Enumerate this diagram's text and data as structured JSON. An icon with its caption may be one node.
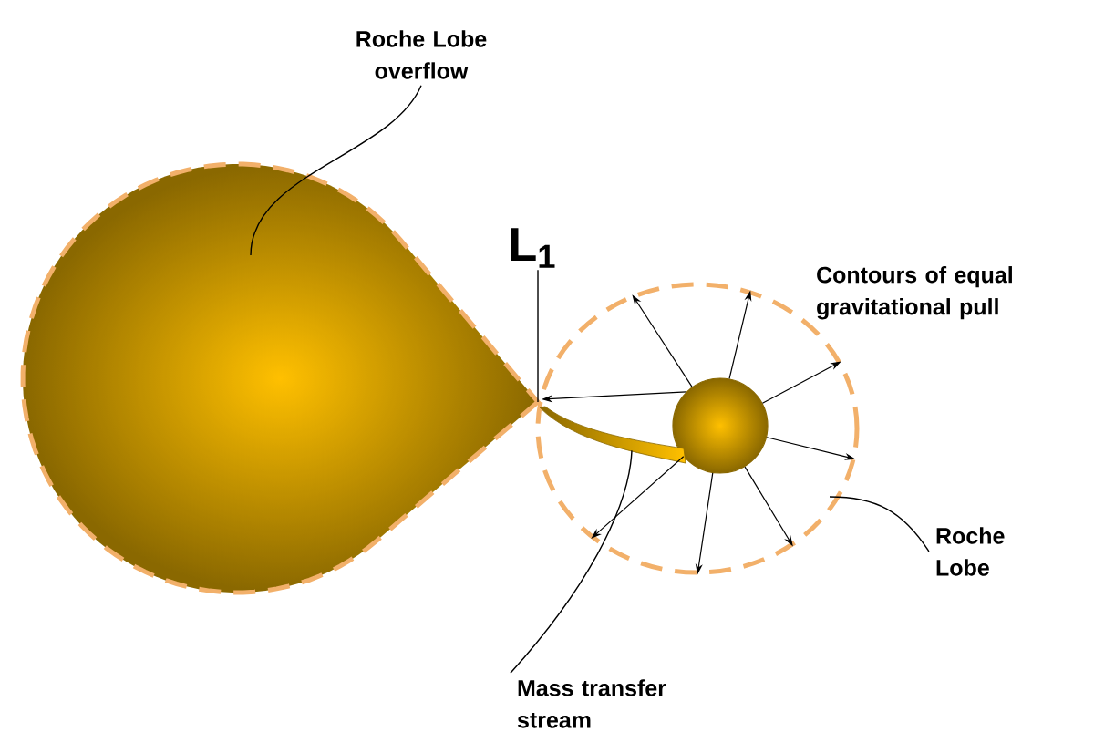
{
  "diagram": {
    "nodes": [
      {
        "text": [
          "Roche Lobe overflow"
        ]
      },
      {
        "text": [],
        "shape": "drop"
      },
      {
        "text": [
          "L$_{1}$"
        ]
      },
      {
        "text": [],
        "shape": "circle"
      },
      {
        "text": [],
        "shape": "circle",
        "in": 3
      },
      {
        "text": [],
        "shape": "arc",
        "in": 3
      },
      {
        "text": [
          "Roche Lobe"
        ]
      },
      {
        "text": [
          "Mass transfer stream"
        ]
      }
    ],
    "edges": [
      {
        "from": 0,
        "to": 1,
        "arrow": "none"
      },
      {
        "from": 2,
        "to": 1,
        "arrow": "none"
      },
      {
        "from": 6,
        "to": 3,
        "arrow": "none"
      },
      {
        "from": 7,
        "to": 5,
        "arrow": "none"
      },
      {
        "from": 4,
        "to": 1,
        "arrow": "to"
      },
      {
        "from": 4,
        "to": 3,
        "arrow": "to"
      },
      {
        "from": 4,
        "to": 3,
        "arrow": "to"
      },
      {
        "from": 4,
        "to": 3,
        "arrow": "to"
      },
      {
        "from": 4,
        "to": 3,
        "arrow": "to"
      },
      {
        "from": 4,
        "to": 3,
        "arrow": "to"
      },
      {
        "from": 4,
        "to": 3,
        "arrow": "to"
      },
      {
        "from": 4,
        "to": 3,
        "arrow": "to"
      }
    ],
    "labels": [
      "Contours of equal gravitational pull"
    ]
  }
}
